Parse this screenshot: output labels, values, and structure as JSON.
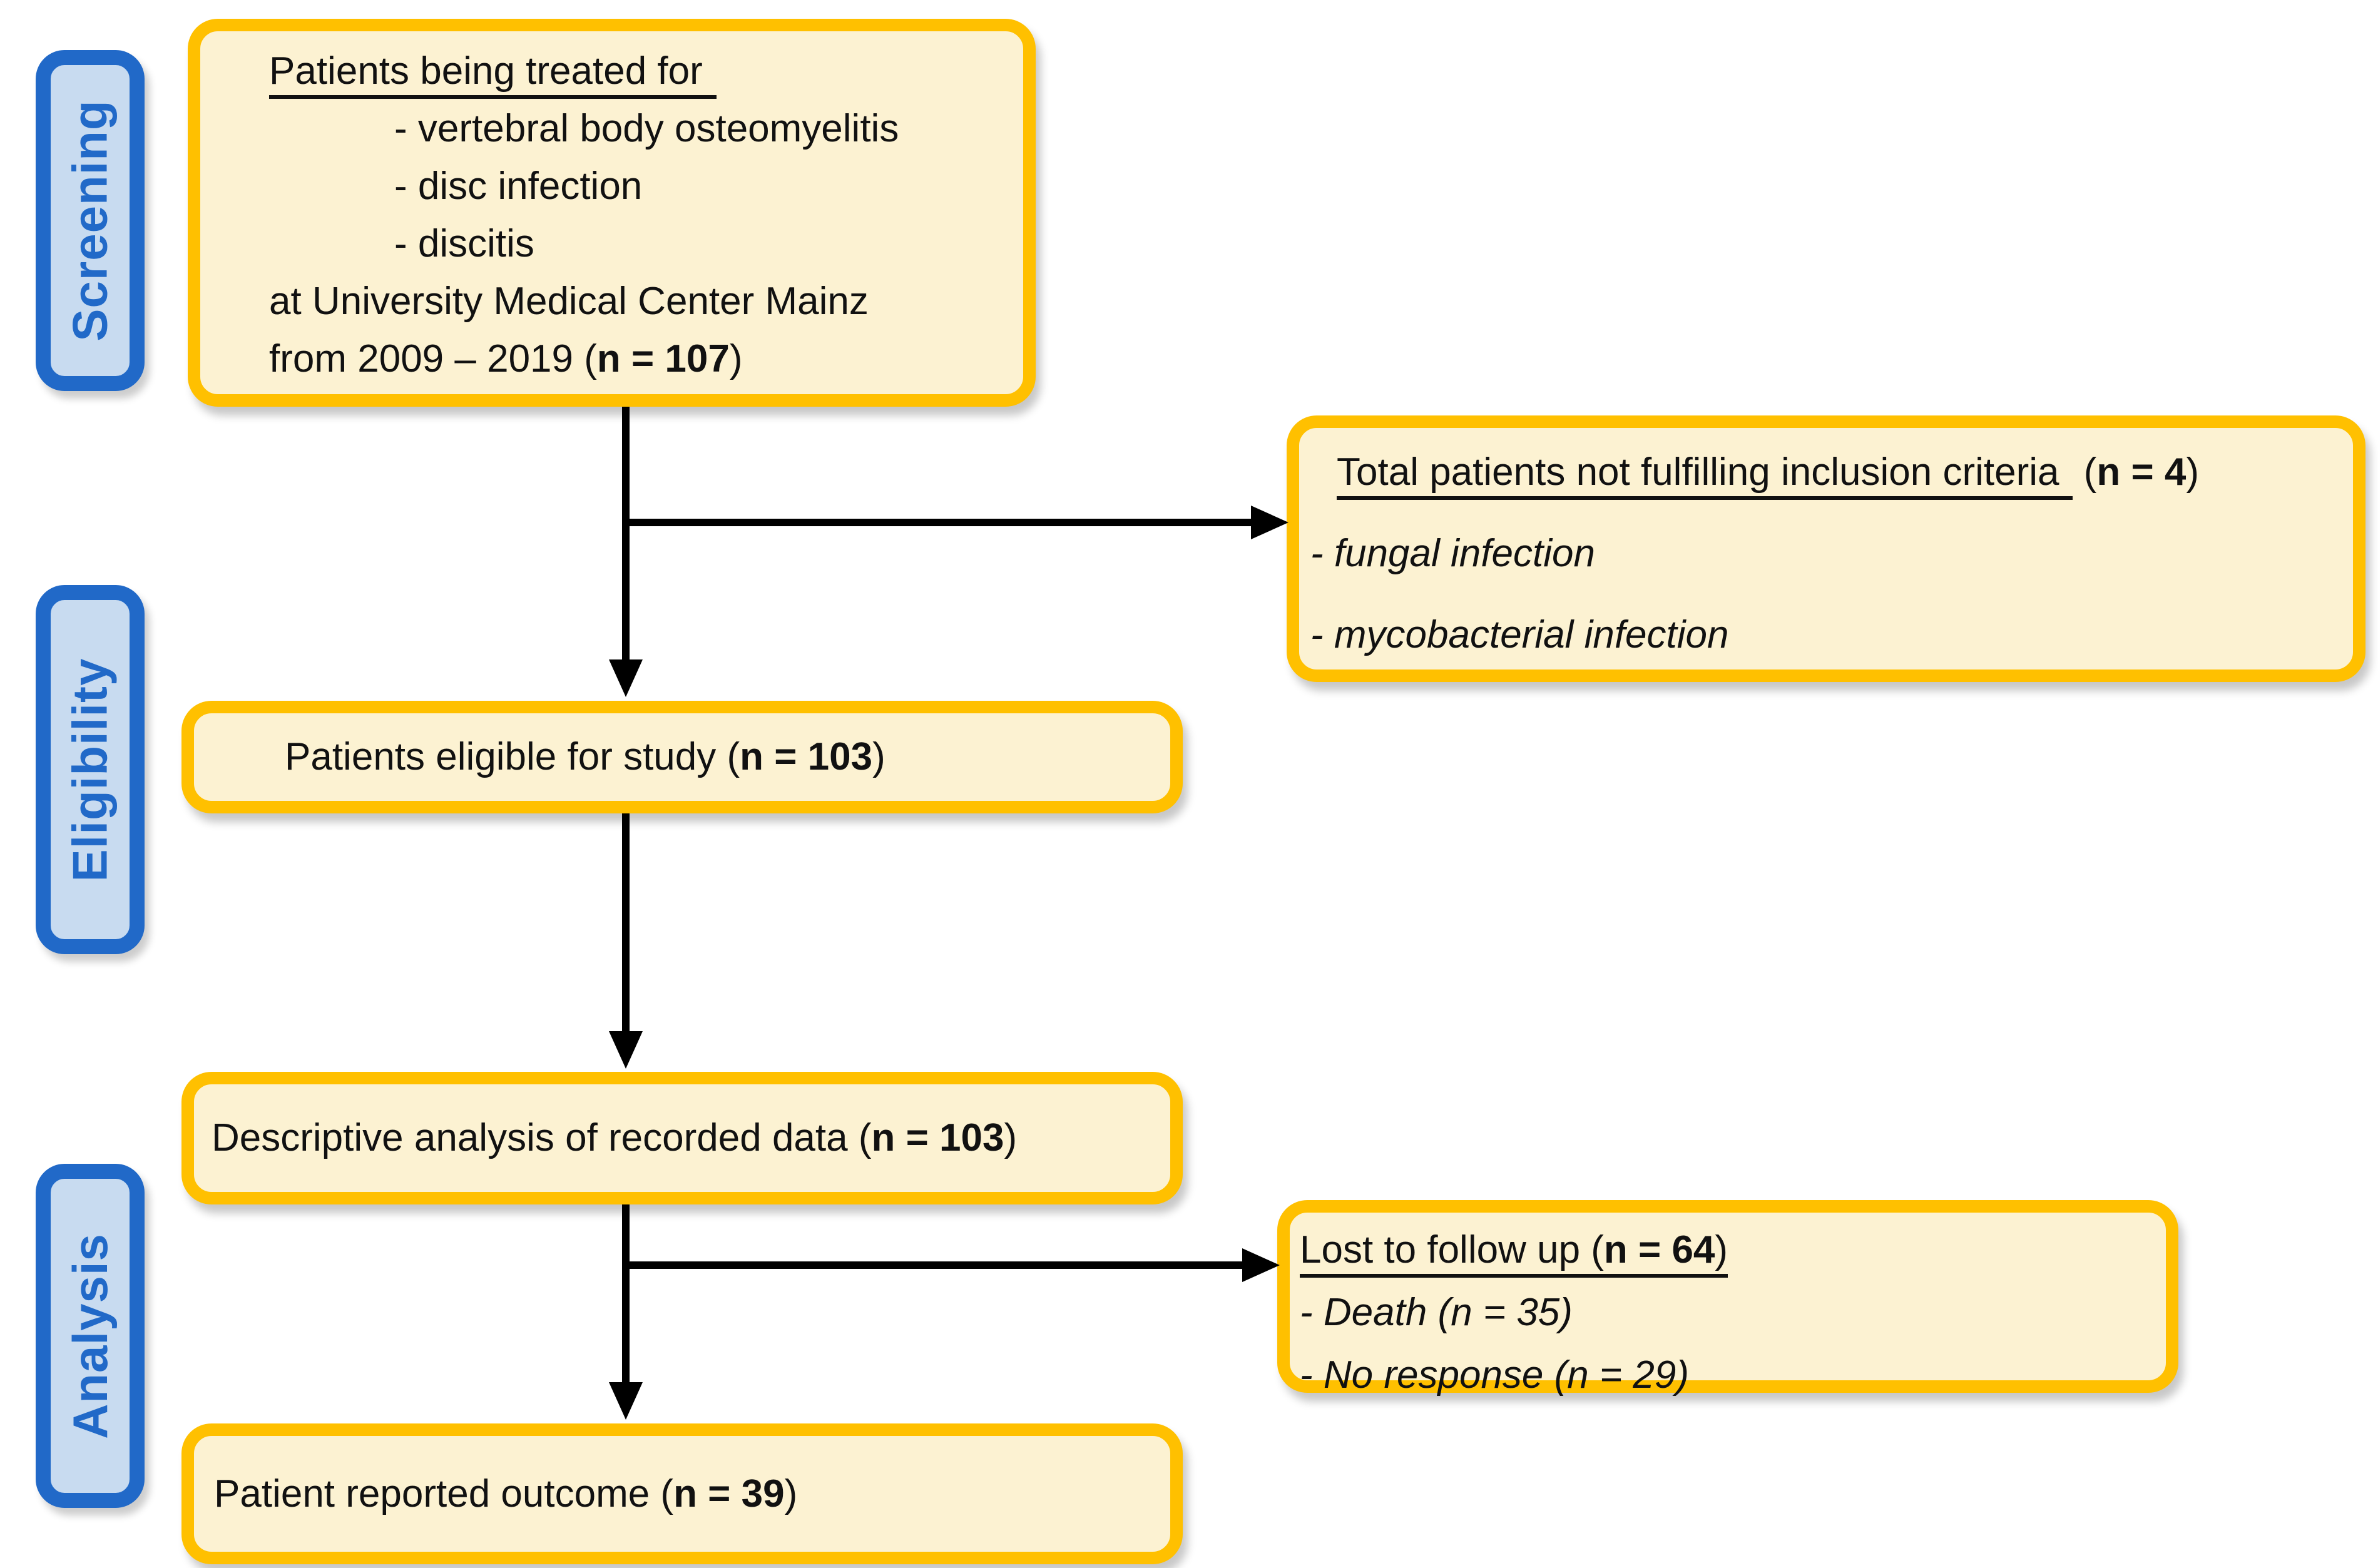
{
  "stages": {
    "screening": {
      "label": "Screening"
    },
    "eligibility": {
      "label": "Eligibility"
    },
    "analysis": {
      "label": "Analysis"
    }
  },
  "boxes": {
    "treated": {
      "title": "Patients being treated for",
      "items": [
        "- vertebral body osteomyelitis",
        "- disc infection",
        "- discitis"
      ],
      "footer1": "at University Medical Center Mainz",
      "footer2_prefix": "from 2009 – 2019 (",
      "footer2_n": "n = 107",
      "footer2_suffix": ")"
    },
    "excluded": {
      "title": "Total patients not fulfilling inclusion criteria",
      "n_prefix": " (",
      "n": "n = 4",
      "n_suffix": ")",
      "items": [
        "- fungal infection",
        "- mycobacterial infection"
      ]
    },
    "eligible": {
      "prefix": "Patients eligible for study (",
      "n": "n = 103",
      "suffix": ")"
    },
    "descriptive": {
      "prefix": "Descriptive analysis of recorded data (",
      "n": "n = 103",
      "suffix": ")"
    },
    "lost": {
      "title_prefix": "Lost to follow up (",
      "title_n": "n = 64",
      "title_suffix": ")",
      "items": [
        "- Death (n = 35)",
        "- No response (n = 29)"
      ]
    },
    "outcome": {
      "prefix": "Patient reported outcome (",
      "n": "n = 39",
      "suffix": ")"
    }
  },
  "colors": {
    "box_border": "#FFC000",
    "box_fill": "#FCF2D2",
    "stage_border": "#2169C8",
    "stage_fill": "#C8DBF0",
    "stage_text": "#2169C8",
    "arrow": "#000000",
    "text": "#111111"
  }
}
